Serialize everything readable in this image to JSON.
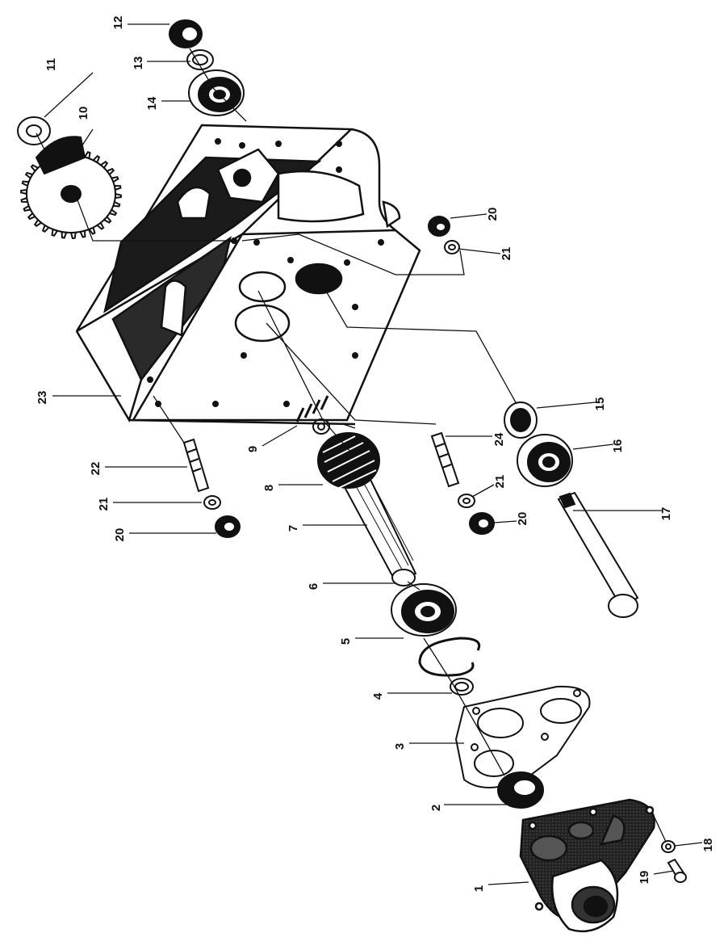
{
  "diagram": {
    "ink_color": "#111111",
    "paper_color": "#ffffff",
    "labels": {
      "p1": "1",
      "p2": "2",
      "p3": "3",
      "p4": "4",
      "p5": "5",
      "p6": "6",
      "p7": "7",
      "p8": "8",
      "p9": "9",
      "p10": "10",
      "p11": "11",
      "p12": "12",
      "p13": "13",
      "p14": "14",
      "p15": "15",
      "p16": "16",
      "p17": "17",
      "p18": "18",
      "p19": "19",
      "p20a": "20",
      "p20b": "20",
      "p20c": "20",
      "p21a": "21",
      "p21b": "21",
      "p21c": "21",
      "p22": "22",
      "p23": "23",
      "p24": "24"
    }
  }
}
